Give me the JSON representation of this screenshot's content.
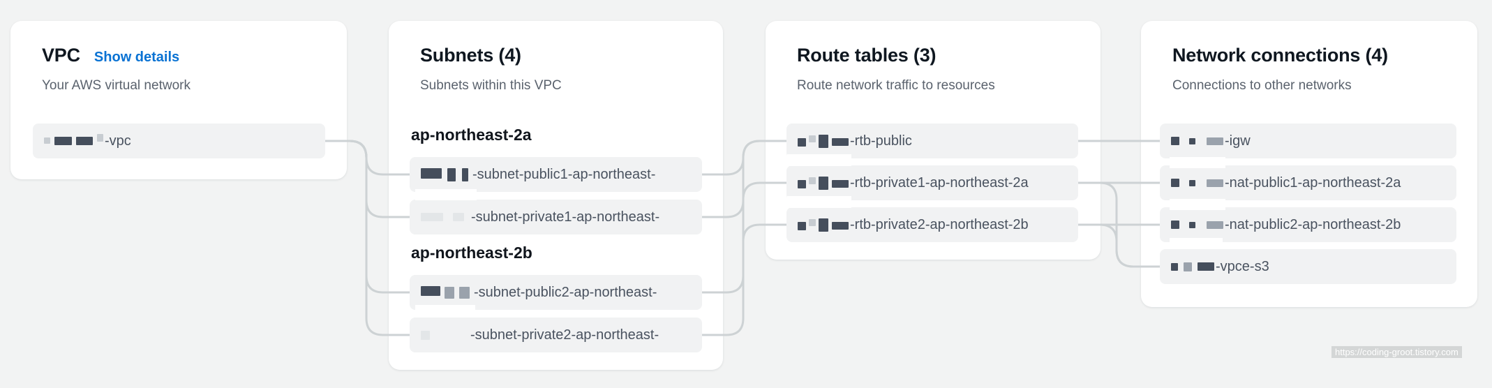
{
  "page": {
    "background": "#f2f3f3",
    "watermark": "https://coding-groot.tistory.com"
  },
  "colors": {
    "card_background": "#ffffff",
    "row_background": "#f1f2f3",
    "link_blue": "#0972d3",
    "title_text": "#0f1720",
    "subtitle_text": "#5a626d",
    "row_text": "#49525f",
    "connector_line": "#cdd2d4",
    "watermark_background": "#d4d6d6",
    "watermark_text": "#ffffff",
    "redaction_dark": "#454e5c",
    "redaction_mid": "#9aa2ac",
    "redaction_light": "#c7ccd1",
    "redaction_faint": "#e3e6e8"
  },
  "cards": {
    "vpc": {
      "title": "VPC",
      "link": "Show details",
      "subtitle": "Your AWS virtual network",
      "items": [
        {
          "id": "vpc",
          "label": "-vpc",
          "redaction": "vpc"
        }
      ]
    },
    "subnets": {
      "title": "Subnets (4)",
      "subtitle": "Subnets within this VPC",
      "groups": [
        {
          "heading": "ap-northeast-2a",
          "items": [
            {
              "id": "subnet-public1",
              "label": "-subnet-public1-ap-northeast-",
              "redaction": "subnet-public"
            },
            {
              "id": "subnet-private1",
              "label": "-subnet-private1-ap-northeast-",
              "redaction": "subnet-private"
            }
          ]
        },
        {
          "heading": "ap-northeast-2b",
          "items": [
            {
              "id": "subnet-public2",
              "label": "-subnet-public2-ap-northeast-",
              "redaction": "subnet-public2"
            },
            {
              "id": "subnet-private2",
              "label": "-subnet-private2-ap-northeast-",
              "redaction": "subnet-private2"
            }
          ]
        }
      ]
    },
    "route_tables": {
      "title": "Route tables (3)",
      "subtitle": "Route network traffic to resources",
      "items": [
        {
          "id": "rtb-public",
          "label": "-rtb-public",
          "redaction": "rtb"
        },
        {
          "id": "rtb-private1",
          "label": "-rtb-private1-ap-northeast-2a",
          "redaction": "rtb"
        },
        {
          "id": "rtb-private2",
          "label": "-rtb-private2-ap-northeast-2b",
          "redaction": "rtb"
        }
      ]
    },
    "network_connections": {
      "title": "Network connections (4)",
      "subtitle": "Connections to other networks",
      "items": [
        {
          "id": "igw",
          "label": "-igw",
          "redaction": "net"
        },
        {
          "id": "nat-public1",
          "label": "-nat-public1-ap-northeast-2a",
          "redaction": "net"
        },
        {
          "id": "nat-public2",
          "label": "-nat-public2-ap-northeast-2b",
          "redaction": "net"
        },
        {
          "id": "vpce-s3",
          "label": "-vpce-s3",
          "redaction": "vpce"
        }
      ]
    }
  },
  "connections": [
    {
      "from": "vpc",
      "to": "subnet-public1"
    },
    {
      "from": "vpc",
      "to": "subnet-private1"
    },
    {
      "from": "vpc",
      "to": "subnet-public2"
    },
    {
      "from": "vpc",
      "to": "subnet-private2"
    },
    {
      "from": "subnet-public1",
      "to": "rtb-public"
    },
    {
      "from": "subnet-private1",
      "to": "rtb-private1"
    },
    {
      "from": "subnet-public2",
      "to": "rtb-public"
    },
    {
      "from": "subnet-private2",
      "to": "rtb-private2"
    },
    {
      "from": "rtb-public",
      "to": "igw"
    },
    {
      "from": "rtb-private1",
      "to": "nat-public1"
    },
    {
      "from": "rtb-private2",
      "to": "nat-public2"
    },
    {
      "from": "rtb-private1",
      "to": "vpce-s3"
    },
    {
      "from": "rtb-private2",
      "to": "vpce-s3"
    }
  ]
}
